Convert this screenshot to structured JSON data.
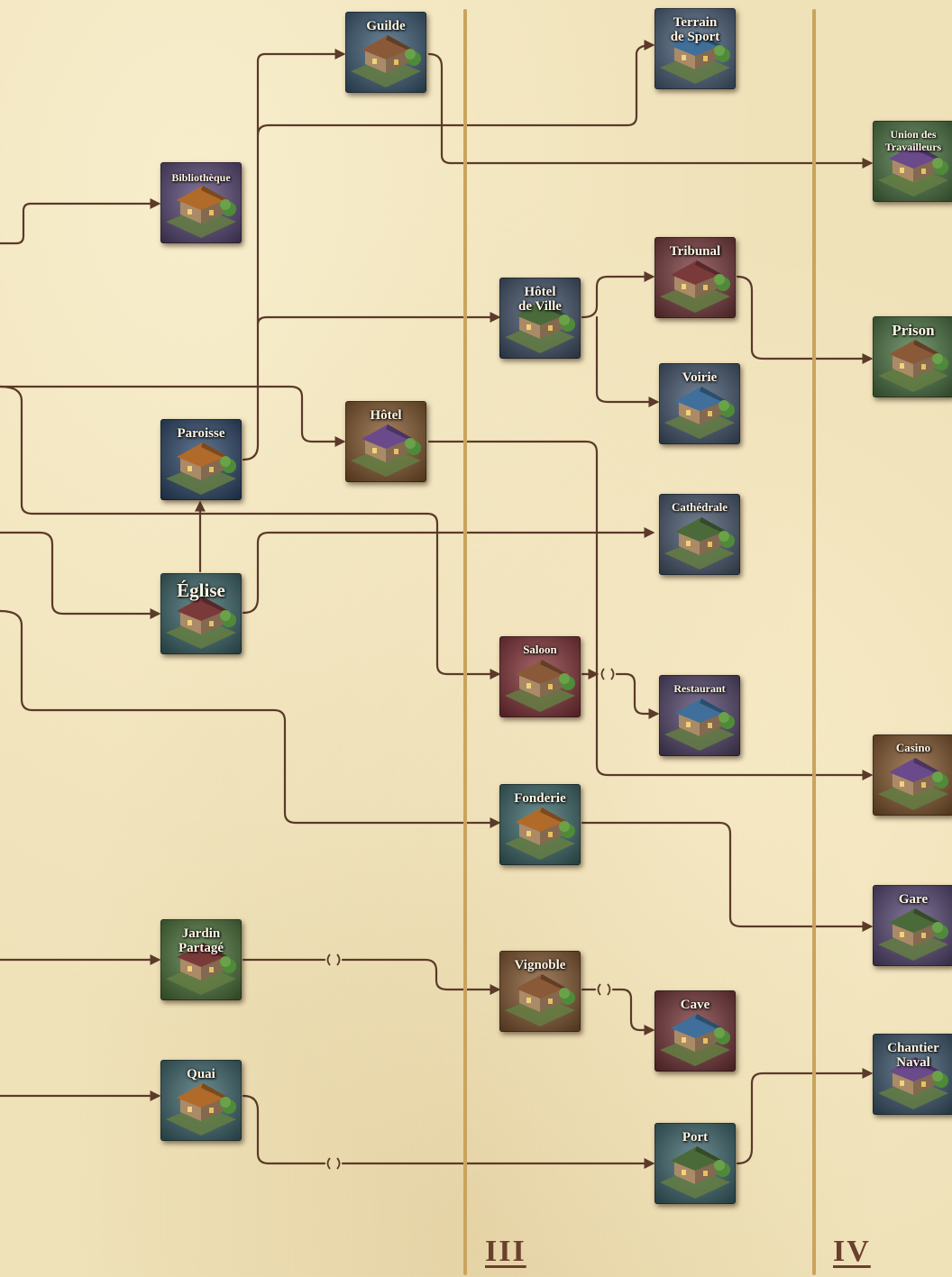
{
  "eras": [
    {
      "id": "III",
      "label": "III"
    },
    {
      "id": "IV",
      "label": "IV"
    }
  ],
  "buildings": [
    {
      "id": "guilde",
      "label": "Guilde",
      "color": "#3d5f7a"
    },
    {
      "id": "terrain",
      "label": "Terrain\nde Sport",
      "color": "#4d6480"
    },
    {
      "id": "union",
      "label": "Union des\nTravailleurs",
      "color": "#4f7a45"
    },
    {
      "id": "biblio",
      "label": "Bibliothèque",
      "color": "#5c4a7c"
    },
    {
      "id": "hotelville",
      "label": "Hôtel\nde Ville",
      "color": "#44566f"
    },
    {
      "id": "tribunal",
      "label": "Tribunal",
      "color": "#7c3a3c"
    },
    {
      "id": "prison",
      "label": "Prison",
      "color": "#4e7a45"
    },
    {
      "id": "voirie",
      "label": "Voirie",
      "color": "#465a74"
    },
    {
      "id": "hotel",
      "label": "Hôtel",
      "color": "#8a5a2e"
    },
    {
      "id": "paroisse",
      "label": "Paroisse",
      "color": "#2e4a6e"
    },
    {
      "id": "cathedrale",
      "label": "Cathédrale",
      "color": "#4a5a73"
    },
    {
      "id": "eglise",
      "label": "Église",
      "color": "#3c6a6e"
    },
    {
      "id": "saloon",
      "label": "Saloon",
      "color": "#8a3338"
    },
    {
      "id": "restaurant",
      "label": "Restaurant",
      "color": "#55466f"
    },
    {
      "id": "casino",
      "label": "Casino",
      "color": "#8a5a2e"
    },
    {
      "id": "fonderie",
      "label": "Fonderie",
      "color": "#3d6b6d"
    },
    {
      "id": "gare",
      "label": "Gare",
      "color": "#5a4a7a"
    },
    {
      "id": "jardin",
      "label": "Jardin\nPartagé",
      "color": "#4f7a3c"
    },
    {
      "id": "vignoble",
      "label": "Vignoble",
      "color": "#8a5a30"
    },
    {
      "id": "cave",
      "label": "Cave",
      "color": "#7a3538"
    },
    {
      "id": "chantier",
      "label": "Chantier\nNaval",
      "color": "#3d5a73"
    },
    {
      "id": "quai",
      "label": "Quai",
      "color": "#3e6a70"
    },
    {
      "id": "port",
      "label": "Port",
      "color": "#3d6a70"
    }
  ],
  "colors": {
    "connector": "#5b3a2a",
    "era_line": "#c9a45e",
    "era_label": "#6b3f2d"
  }
}
